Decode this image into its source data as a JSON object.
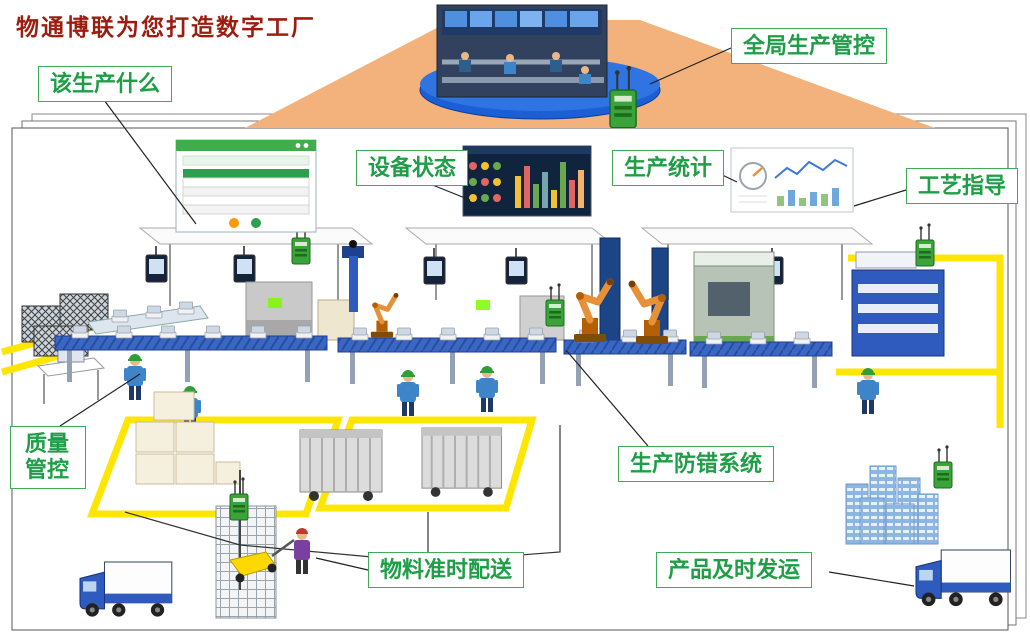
{
  "title": "物通博联为您打造数字工厂",
  "callouts": [
    {
      "id": "what-to-produce",
      "text": "该生产什么"
    },
    {
      "id": "equipment-status",
      "text": "设备状态"
    },
    {
      "id": "production-statistics",
      "text": "生产统计"
    },
    {
      "id": "global-production-control",
      "text": "全局生产管控"
    },
    {
      "id": "process-guidance",
      "text": "工艺指导"
    },
    {
      "id": "quality-control",
      "text": "质量管控"
    },
    {
      "id": "production-error-proofing",
      "text": "生产防错系统"
    },
    {
      "id": "material-on-time-delivery",
      "text": "物料准时配送"
    },
    {
      "id": "product-timely-shipment",
      "text": "产品及时发运"
    }
  ],
  "colors": {
    "title_text": "#9c1c0f",
    "callout_text": "#1e9e46",
    "callout_border": "#3faa57",
    "funnel_orange": "#f3b27c",
    "platform_blue": "#1b5fd6",
    "path_yellow": "#ffe600",
    "conveyor_blue": "#3a66c4",
    "robot_orange": "#e69138",
    "gateway_green": "#3aa33a",
    "worker_blue": "#3d85c8",
    "truck_cab_blue": "#2f5bbf"
  }
}
